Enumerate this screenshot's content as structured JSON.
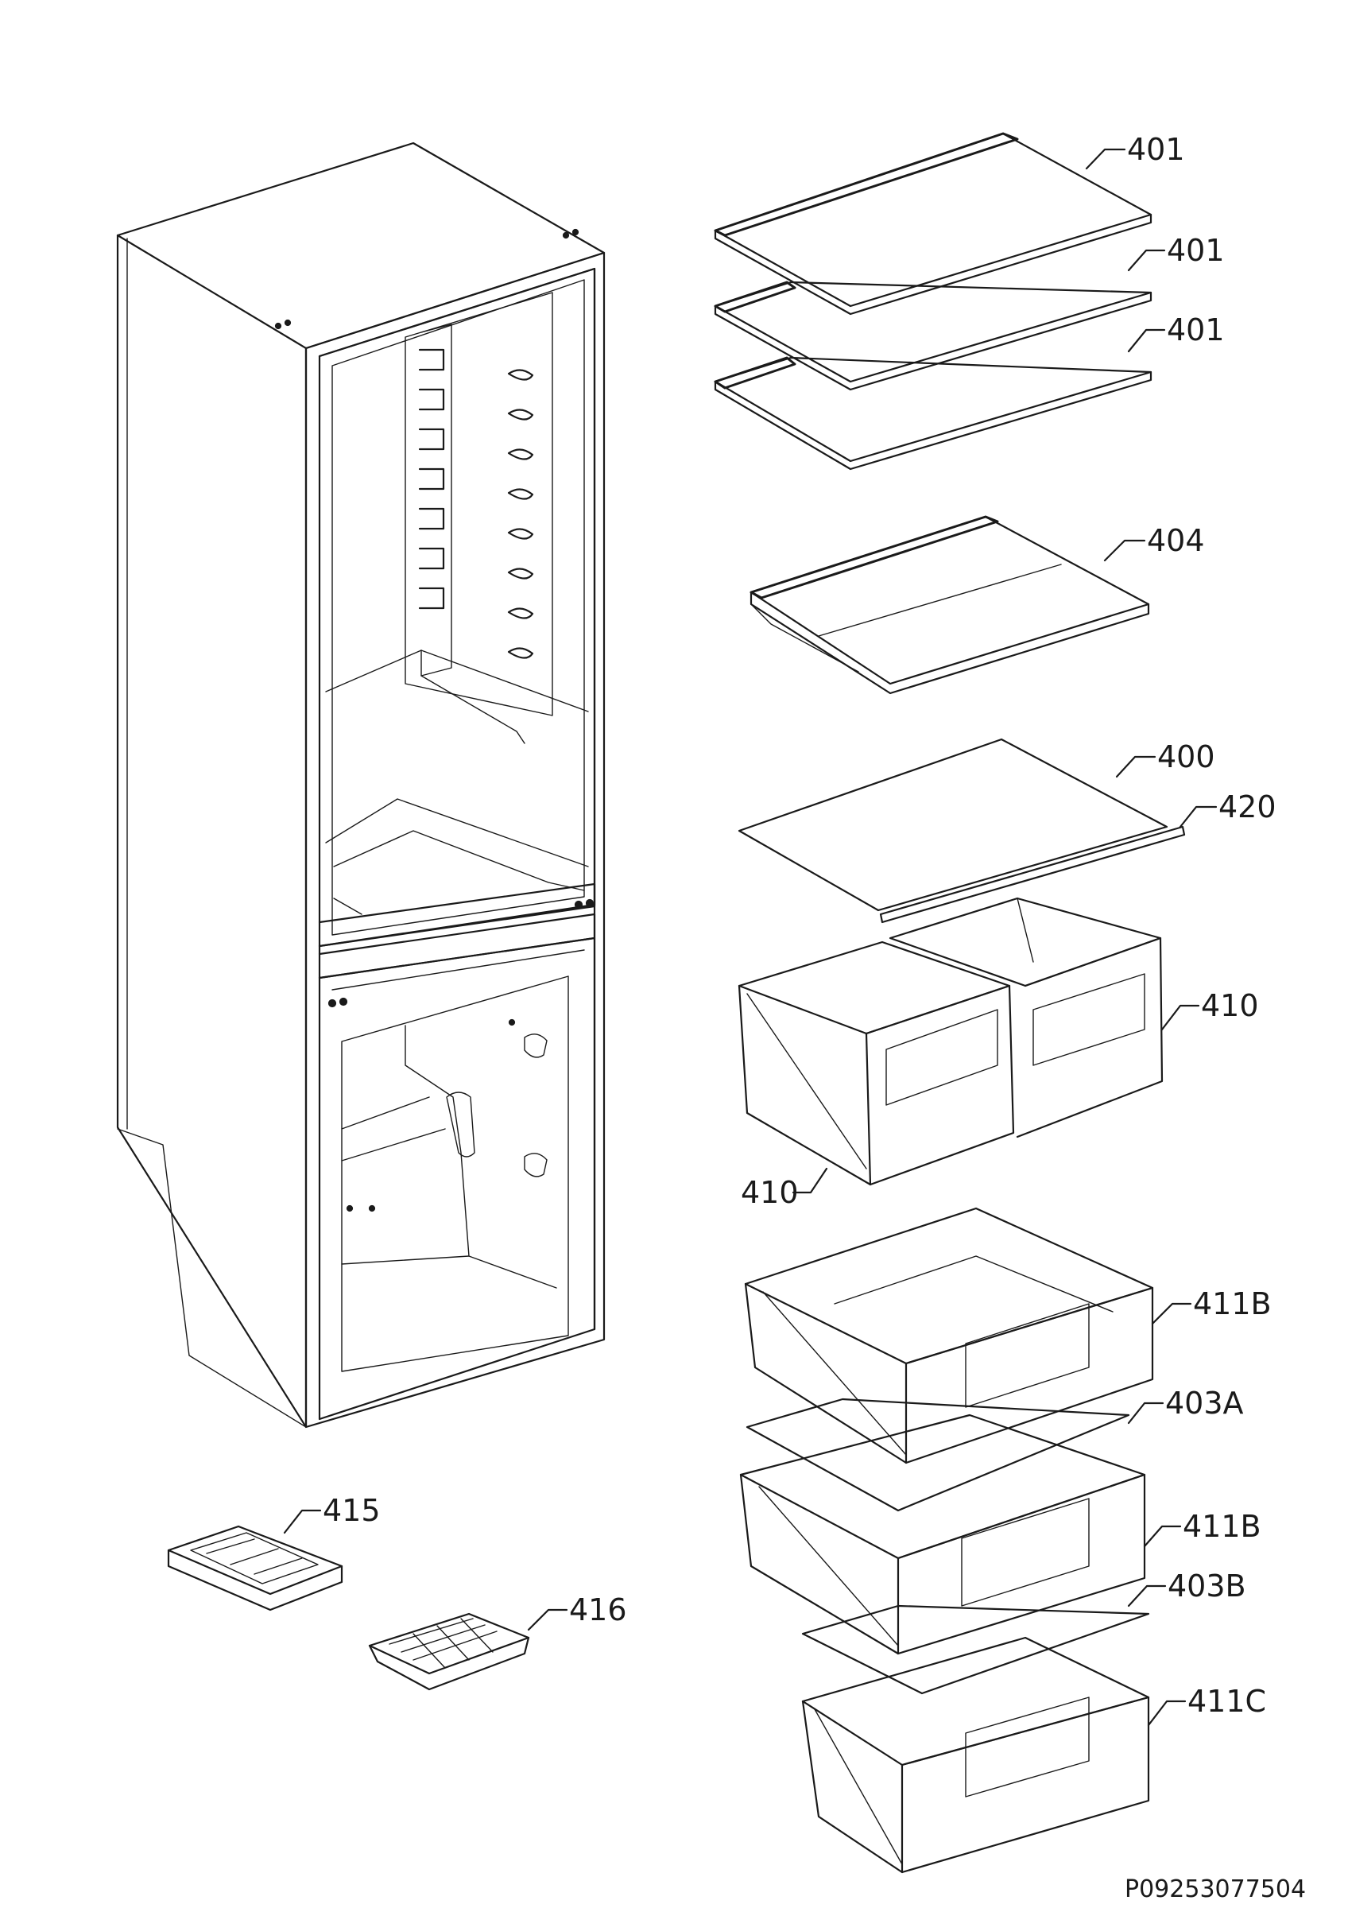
{
  "labels": {
    "shelf_1": "401",
    "shelf_2": "401",
    "shelf_3": "401",
    "split_shelf": "404",
    "glass_shelf": "400",
    "shelf_trim": "420",
    "crisper_right": "410",
    "crisper_left": "410",
    "freezer_drawer_1": "411B",
    "drawer_cover_a": "403A",
    "freezer_drawer_2": "411B",
    "drawer_cover_b": "403B",
    "freezer_drawer_3": "411C",
    "ice_tray_lid": "415",
    "ice_cube_tray": "416"
  },
  "document_id": "P09253077504"
}
